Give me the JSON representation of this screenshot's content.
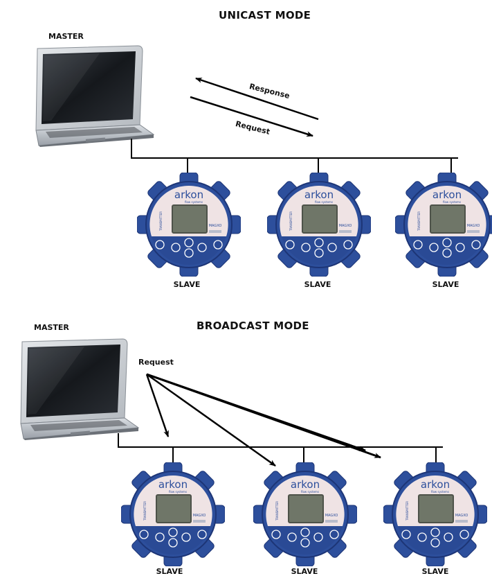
{
  "unicast": {
    "title": "UNICAST MODE",
    "master_label": "MASTER",
    "response_label": "Response",
    "request_label": "Request",
    "slaves": [
      "SLAVE",
      "SLAVE",
      "SLAVE"
    ]
  },
  "broadcast": {
    "title": "BROADCAST MODE",
    "master_label": "MASTER",
    "request_label": "Request",
    "slaves": [
      "SLAVE",
      "SLAVE",
      "SLAVE"
    ]
  },
  "device": {
    "brand": "arkon",
    "brand_sub": "flow systems",
    "side_text": "TRANSMITTER",
    "model_text": "MAGXO"
  },
  "colors": {
    "housing_blue": "#2d4f9c",
    "housing_dark": "#1d3576",
    "face_pink": "#efe3e4",
    "lcd": "#6f7668",
    "line": "#000000"
  }
}
